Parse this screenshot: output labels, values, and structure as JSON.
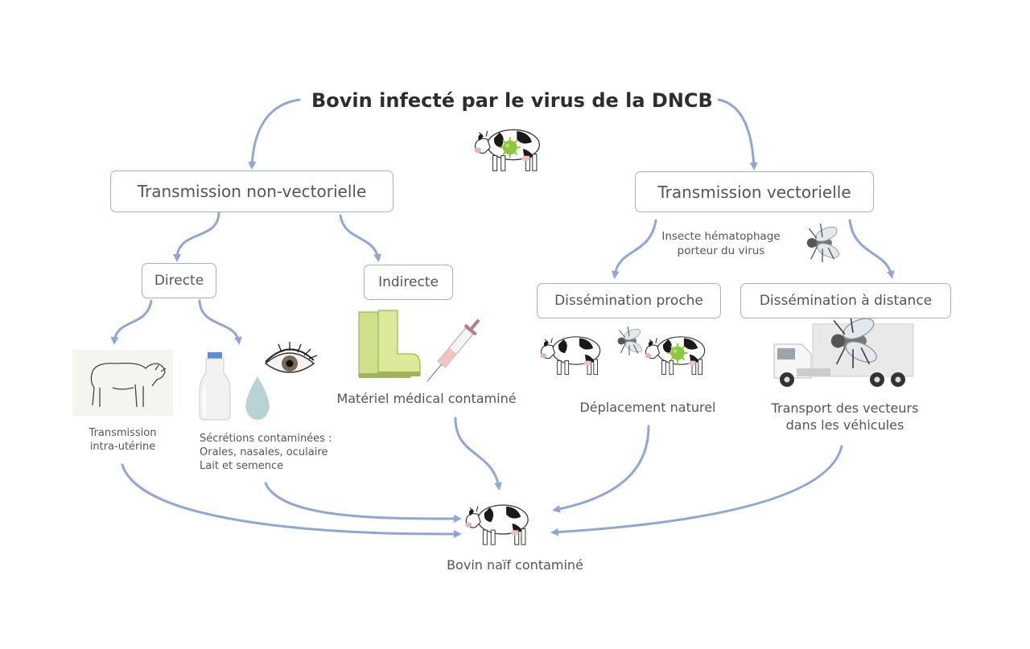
{
  "title": "Bovin infecté par le virus de la DNCB",
  "nodes": {
    "non_vectoral": "Transmission non-vectorielle",
    "vectoral": "Transmission vectorielle",
    "direct": "Directe",
    "indirect": "Indirecte",
    "near": "Dissémination proche",
    "far": "Dissémination à distance"
  },
  "labels": {
    "intrauterine_1": "Transmission",
    "intrauterine_2": "intra-utérine",
    "secretions_1": "Sécrétions contaminées :",
    "secretions_2": "Orales, nasales, oculaire",
    "secretions_3": "Lait et semence",
    "medical": "Matériel médical contaminé",
    "insect_1": "Insecte hématophage",
    "insect_2": "porteur du virus",
    "natural": "Déplacement naturel",
    "transport_1": "Transport des vecteurs",
    "transport_2": "dans les véhicules",
    "naive": "Bovin naïf contaminé"
  },
  "colors": {
    "arrow": "#8fa6d6",
    "box_border": "#9fb1d8",
    "virus": "#8dc63f",
    "boot": "#cfe08a"
  },
  "icons": [
    "infected-cow-icon",
    "calf-icon",
    "milk-bottle-icon",
    "eye-icon",
    "droplet-icon",
    "boots-icon",
    "syringe-icon",
    "fly-icon",
    "cow-icon",
    "truck-icon",
    "naive-cow-icon"
  ]
}
